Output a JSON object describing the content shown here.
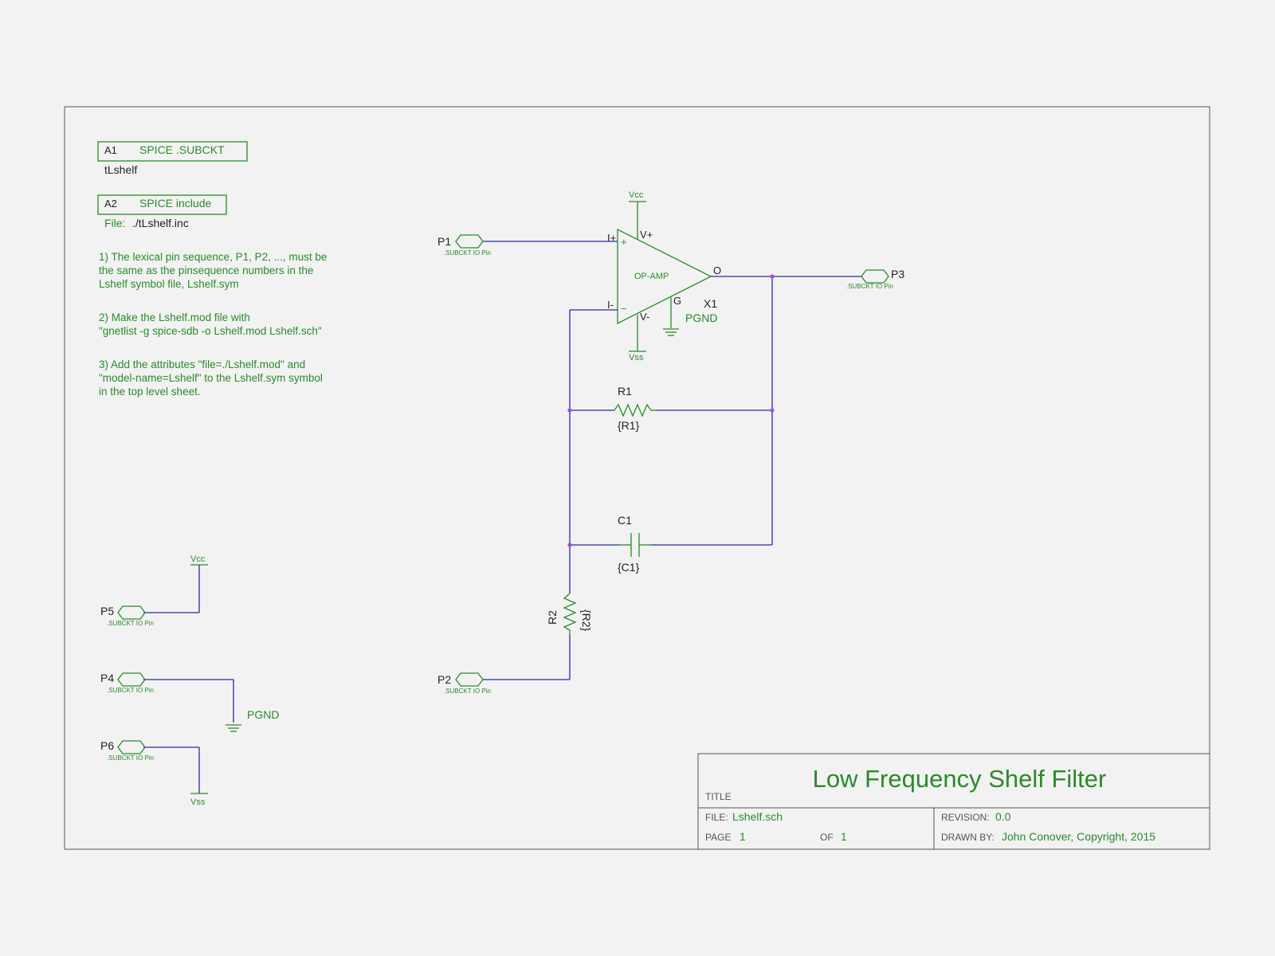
{
  "attributes": {
    "a1_ref": "A1",
    "a1_label": "SPICE .SUBCKT",
    "a1_value": "tLshelf",
    "a2_ref": "A2",
    "a2_label": "SPICE include",
    "a2_file_label": "File:",
    "a2_value": "./tLshelf.inc"
  },
  "notes": {
    "note1": [
      "1) The lexical pin sequence, P1, P2, ..., must be",
      "the same as the pinsequence numbers in the",
      "Lshelf symbol file, Lshelf.sym"
    ],
    "note2": [
      "2) Make the Lshelf.mod file with",
      "\"gnetlist -g spice-sdb  -o Lshelf.mod Lshelf.sch\""
    ],
    "note3": [
      "3) Add the attributes \"file=./Lshelf.mod\" and",
      "\"model-name=Lshelf\" to the Lshelf.sym symbol",
      "in the top level sheet."
    ]
  },
  "pins": {
    "p1": "P1",
    "p2": "P2",
    "p3": "P3",
    "p4": "P4",
    "p5": "P5",
    "p6": "P6",
    "pin_type": ".SUBCKT IO Pin"
  },
  "opamp": {
    "refdes": "X1",
    "body_label": "OP-AMP",
    "pin_in_plus": "I+",
    "pin_in_minus": "I-",
    "pin_vplus": "V+",
    "pin_vminus": "V-",
    "pin_out": "O",
    "pin_gnd": "G",
    "plus_sign": "+",
    "minus_sign": "−",
    "gnd_net": "PGND"
  },
  "rails": {
    "vcc": "Vcc",
    "vss": "Vss",
    "pgnd": "PGND"
  },
  "components": {
    "r1_ref": "R1",
    "r1_value": "{R1}",
    "c1_ref": "C1",
    "c1_value": "{C1}",
    "r2_ref": "R2",
    "r2_value": "{R2}"
  },
  "title_block": {
    "title": "Low Frequency Shelf Filter",
    "title_label": "TITLE",
    "file_label": "FILE:",
    "file": "Lshelf.sch",
    "page_label": "PAGE",
    "page": "1",
    "of_label": "OF",
    "of": "1",
    "revision_label": "REVISION:",
    "revision": "0.0",
    "drawn_by_label": "DRAWN BY:",
    "drawn_by": "John Conover, Copyright, 2015"
  },
  "colors": {
    "symbol": "#2a8a2a",
    "wire": "#2b2b9e",
    "junction": "#a34bd8",
    "frame": "#555555"
  }
}
